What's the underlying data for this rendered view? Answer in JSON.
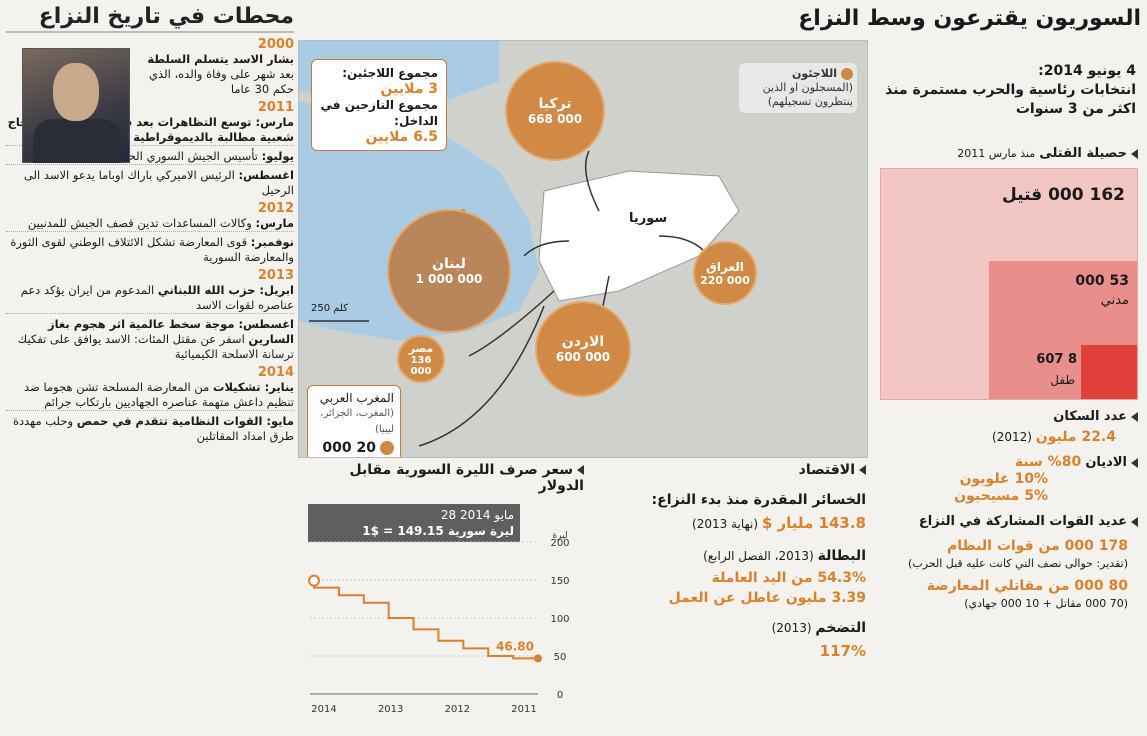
{
  "main_title": "السوريون يقترعون وسط النزاع",
  "timeline": {
    "title": "محطات في تاريخ النزاع",
    "entries": [
      {
        "year": "2000",
        "bold": "بشار الاسد يتسلم السلطة",
        "text": " بعد شهر على وفاة والده، الذي حكم 30 عاما"
      },
      {
        "year": "2011",
        "bold": "مارس: توسع التظاهرات بعد قمع دام لحركة احتجاج شعبية مطالبة بالديموقراطية",
        "text": ""
      },
      {
        "year": "",
        "bold": "يوليو:",
        "text": " تأسيس الجيش السوري الحر المناهض للنظام"
      },
      {
        "year": "",
        "bold": "اغسطس:",
        "text": " الرئيس الاميركي باراك اوباما يدعو الاسد الى الرحيل"
      },
      {
        "year": "2012",
        "bold": "مارس:",
        "text": " وكالات المساعدات تدين قصف الجيش للمدنيين"
      },
      {
        "year": "",
        "bold": "نوفمبر:",
        "text": " قوى المعارضة تشكل الائتلاف الوطني لقوى الثورة والمعارضة السورية"
      },
      {
        "year": "2013",
        "bold": "ابريل: حزب الله اللبناني",
        "text": " المدعوم من ايران يؤكد دعم عناصره لقوات الاسد"
      },
      {
        "year": "",
        "bold": "اغسطس: موجة سخط عالمية اثر هجوم بغاز السارين",
        "text": " اسفر عن مقتل المئات: الاسد يوافق على تفكيك ترسانة الاسلحة الكيميائية"
      },
      {
        "year": "2014",
        "bold": "يناير: تشكيلات",
        "text": " من المعارضة المسلحة تشن هجوما ضد تنظيم داعش متهمة عناصره الجهاديين بارتكاب جرائم"
      },
      {
        "year": "",
        "bold": "مايو: القوات النظامية تتقدم في حمص",
        "text": " وحلب مهددة طرق امداد المقاتلين"
      }
    ]
  },
  "map": {
    "total_box": {
      "refugees_label": "مجموع اللاجئين:",
      "refugees_value": "3 ملايين",
      "displaced_label": "مجموع النازحين في الداخل:",
      "displaced_value": "6.5 ملايين"
    },
    "legend": {
      "title": "اللاجئون",
      "subtitle": "(المسجلون او الذين ينتظرون تسجيلهم)"
    },
    "center_label": "سوريا",
    "scale_label": "250 كلم",
    "bubbles": [
      {
        "name": "تركيا",
        "value": "668 000"
      },
      {
        "name": "لبنان",
        "value": "1 000 000"
      },
      {
        "name": "العراق",
        "value": "220 000"
      },
      {
        "name": "الاردن",
        "value": "600 000"
      },
      {
        "name": "مصر",
        "value": "136 000"
      }
    ],
    "maghreb_box": {
      "title": "المغرب العربي",
      "subtitle": "(المغرب، الجزائر، ليبيا)",
      "value": "20 000"
    }
  },
  "currency": {
    "title": "سعر صرف الليرة السورية مقابل الدولار",
    "tooltip_date": "28 مايو 2014",
    "tooltip_value": "1$ = 149.15 ليرة سورية",
    "unit_label": "ليرة",
    "start_value": "",
    "end_value": "46.80",
    "y_ticks": [
      "200",
      "150",
      "100",
      "50",
      "0"
    ],
    "x_ticks": [
      "2014",
      "2013",
      "2012",
      "2011"
    ]
  },
  "chart_data": {
    "type": "line",
    "title": "سعر صرف الليرة السورية مقابل الدولار",
    "ylabel": "ليرة",
    "ylim": [
      0,
      200
    ],
    "x": [
      "2011-03",
      "2011-09",
      "2012-03",
      "2012-09",
      "2013-01",
      "2013-04",
      "2013-07",
      "2013-10",
      "2014-01",
      "2014-05"
    ],
    "series": [
      {
        "values": [
          46.8,
          50,
          60,
          70,
          85,
          100,
          120,
          130,
          140,
          149.15
        ]
      }
    ]
  },
  "economy": {
    "title": "الاقتصاد",
    "losses_label": "الخسائر المقدرة منذ بدء النزاع:",
    "losses_value": "143.8 مليار $",
    "losses_note": "(نهاية 2013)",
    "unemployment_label": "البطالة",
    "unemployment_note": "(2013، الفصل الرابع)",
    "unemployment_pct": "54.3% من اليد العاملة",
    "unemployment_count": "3.39 مليون عاطل عن العمل",
    "inflation_label": "التضخم",
    "inflation_note": "(2013)",
    "inflation_value": "117%"
  },
  "right": {
    "elections_date": "4 يونيو 2014:",
    "elections_text": "انتخابات رئاسية والحرب مستمرة منذ اكثر من 3 سنوات",
    "casualties_title": "حصيلة القتلى",
    "casualties_note": "منذ مارس 2011",
    "total_killed": "162 000 قتيل",
    "civilians_value": "53 000",
    "civilians_label": "مدني",
    "children_value": "8 607",
    "children_label": "طفل",
    "population_title": "عدد السكان",
    "population_value": "22.4 مليون",
    "population_note": "(2012)",
    "religions_title": "الاديان",
    "religions": [
      "80% سنة",
      "10% علويون",
      "5% مسيحيون"
    ],
    "forces_title": "عديد القوات المشاركة في النزاع",
    "regime_forces": "178 000 من قوات النظام",
    "regime_note": "(تقدير: حوالى نصف التي كانت عليه قبل الحرب)",
    "opposition_forces": "80 000 من مقاتلي المعارضة",
    "opposition_note": "(70 000 مقاتل + 10 000 جهادي)"
  },
  "colors": {
    "accent": "#d9822b",
    "bubble": "#d08a46",
    "casualty_light": "#f1c6c3",
    "casualty_mid": "#e88f8b",
    "casualty_dark": "#e1403a"
  }
}
